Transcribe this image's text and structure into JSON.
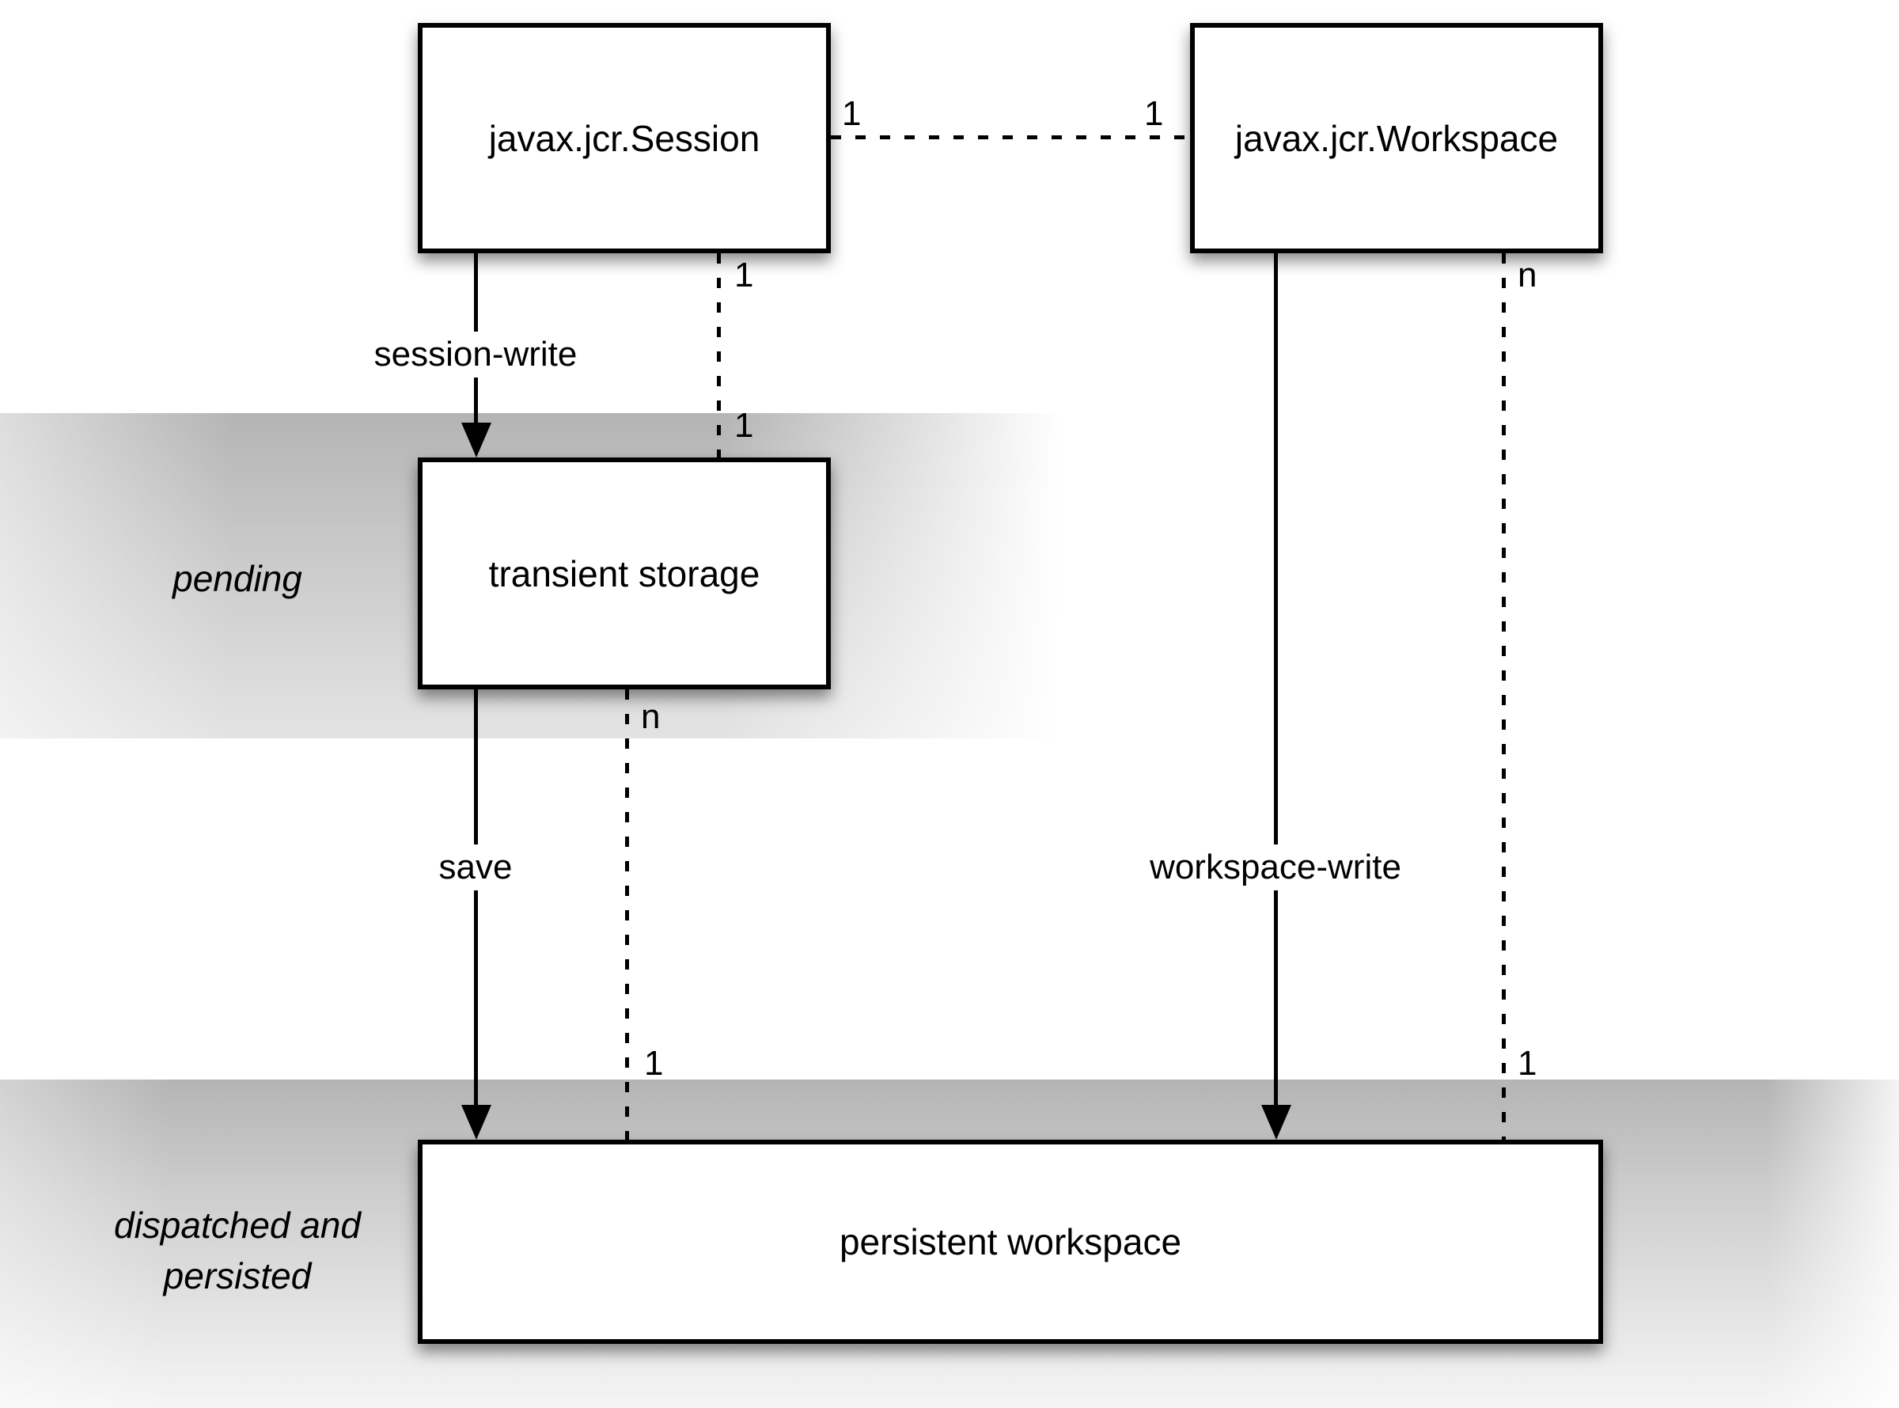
{
  "diagram": {
    "nodes": {
      "session": "javax.jcr.Session",
      "workspace": "javax.jcr.Workspace",
      "transient": "transient storage",
      "persistent": "persistent workspace"
    },
    "edge_labels": {
      "session_write": "session-write",
      "save": "save",
      "workspace_write": "workspace-write"
    },
    "zone_labels": {
      "pending": "pending",
      "dispatched_line1": "dispatched and",
      "dispatched_line2": "persisted"
    },
    "multiplicities": {
      "session_to_workspace_left": "1",
      "session_to_workspace_right": "1",
      "session_to_transient_top": "1",
      "session_to_transient_bottom": "1",
      "transient_to_persistent_top": "n",
      "transient_to_persistent_bottom": "1",
      "workspace_to_persistent_top": "n",
      "workspace_to_persistent_bottom": "1"
    },
    "colors": {
      "line": "#000000",
      "box_fill": "#ffffff",
      "band_dark": "#b4b4b4",
      "band_light": "#e4e4e4"
    }
  }
}
